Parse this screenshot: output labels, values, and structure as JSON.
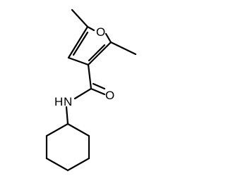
{
  "molecule": {
    "atoms": {
      "ring_oxygen": "O",
      "carbonyl_oxygen": "O",
      "amide_nitrogen": "N",
      "amide_hydrogen": "H"
    }
  },
  "colors": {
    "bond": "#000000",
    "label": "#000000",
    "background": "#ffffff"
  }
}
